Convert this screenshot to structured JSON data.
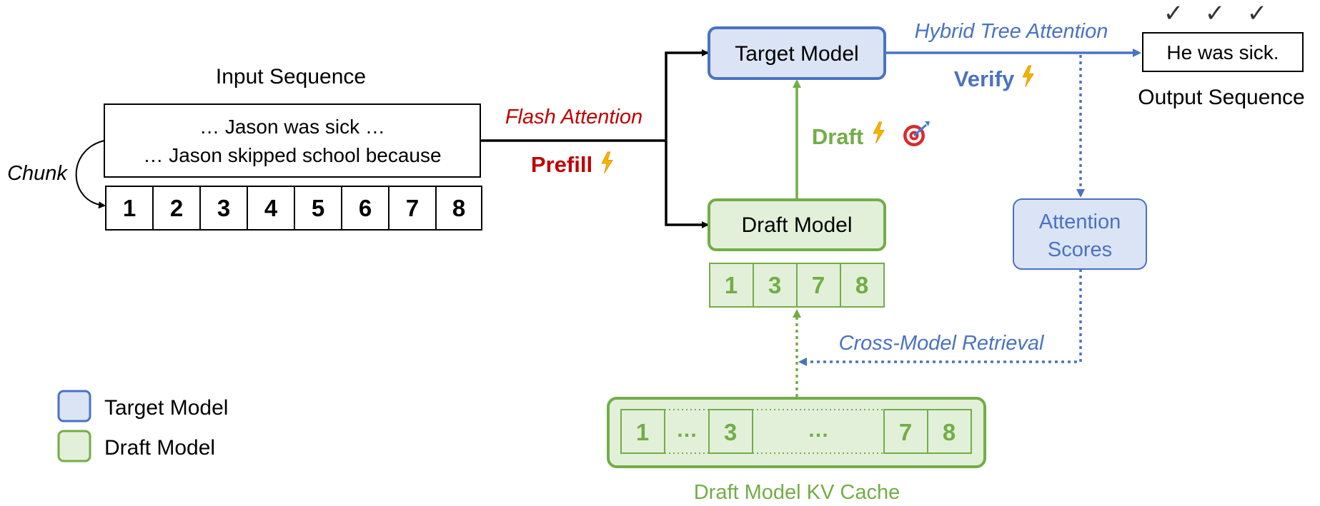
{
  "input": {
    "title": "Input Sequence",
    "line1": "… Jason was sick …",
    "line2": "… Jason skipped school because",
    "chunk_label": "Chunk",
    "tokens": [
      "1",
      "2",
      "3",
      "4",
      "5",
      "6",
      "7",
      "8"
    ]
  },
  "prefill": {
    "attention_label": "Flash Attention",
    "label": "Prefill",
    "icon": "lightning-icon"
  },
  "target_model": {
    "label": "Target Model"
  },
  "draft_model": {
    "label": "Draft Model",
    "selected_tokens": [
      "1",
      "3",
      "7",
      "8"
    ]
  },
  "draft_edge": {
    "label": "Draft",
    "icons": [
      "lightning-icon",
      "target-icon"
    ]
  },
  "verify": {
    "attention_label": "Hybrid Tree Attention",
    "label": "Verify",
    "icon": "lightning-icon"
  },
  "output": {
    "text": "He was sick.",
    "title": "Output Sequence",
    "checks": [
      "✓",
      "✓",
      "✓"
    ]
  },
  "attention_scores": {
    "line1": "Attention",
    "line2": "Scores"
  },
  "retrieval": {
    "label": "Cross-Model Retrieval"
  },
  "kv_cache": {
    "title": "Draft Model KV Cache",
    "cells": [
      "1",
      "…",
      "3",
      "…",
      "7",
      "8"
    ]
  },
  "legend": {
    "items": [
      {
        "label": "Target Model",
        "fill": "#dbe4f5",
        "stroke": "#4a72c4"
      },
      {
        "label": "Draft Model",
        "fill": "#e2f0d9",
        "stroke": "#72ad47"
      }
    ]
  },
  "colors": {
    "blue": "#4a72c4",
    "blue_fill": "#dbe4f5",
    "green": "#72ad47",
    "green_fill": "#e2f0d9",
    "red": "#c00000",
    "lightning": "#f5b400"
  }
}
